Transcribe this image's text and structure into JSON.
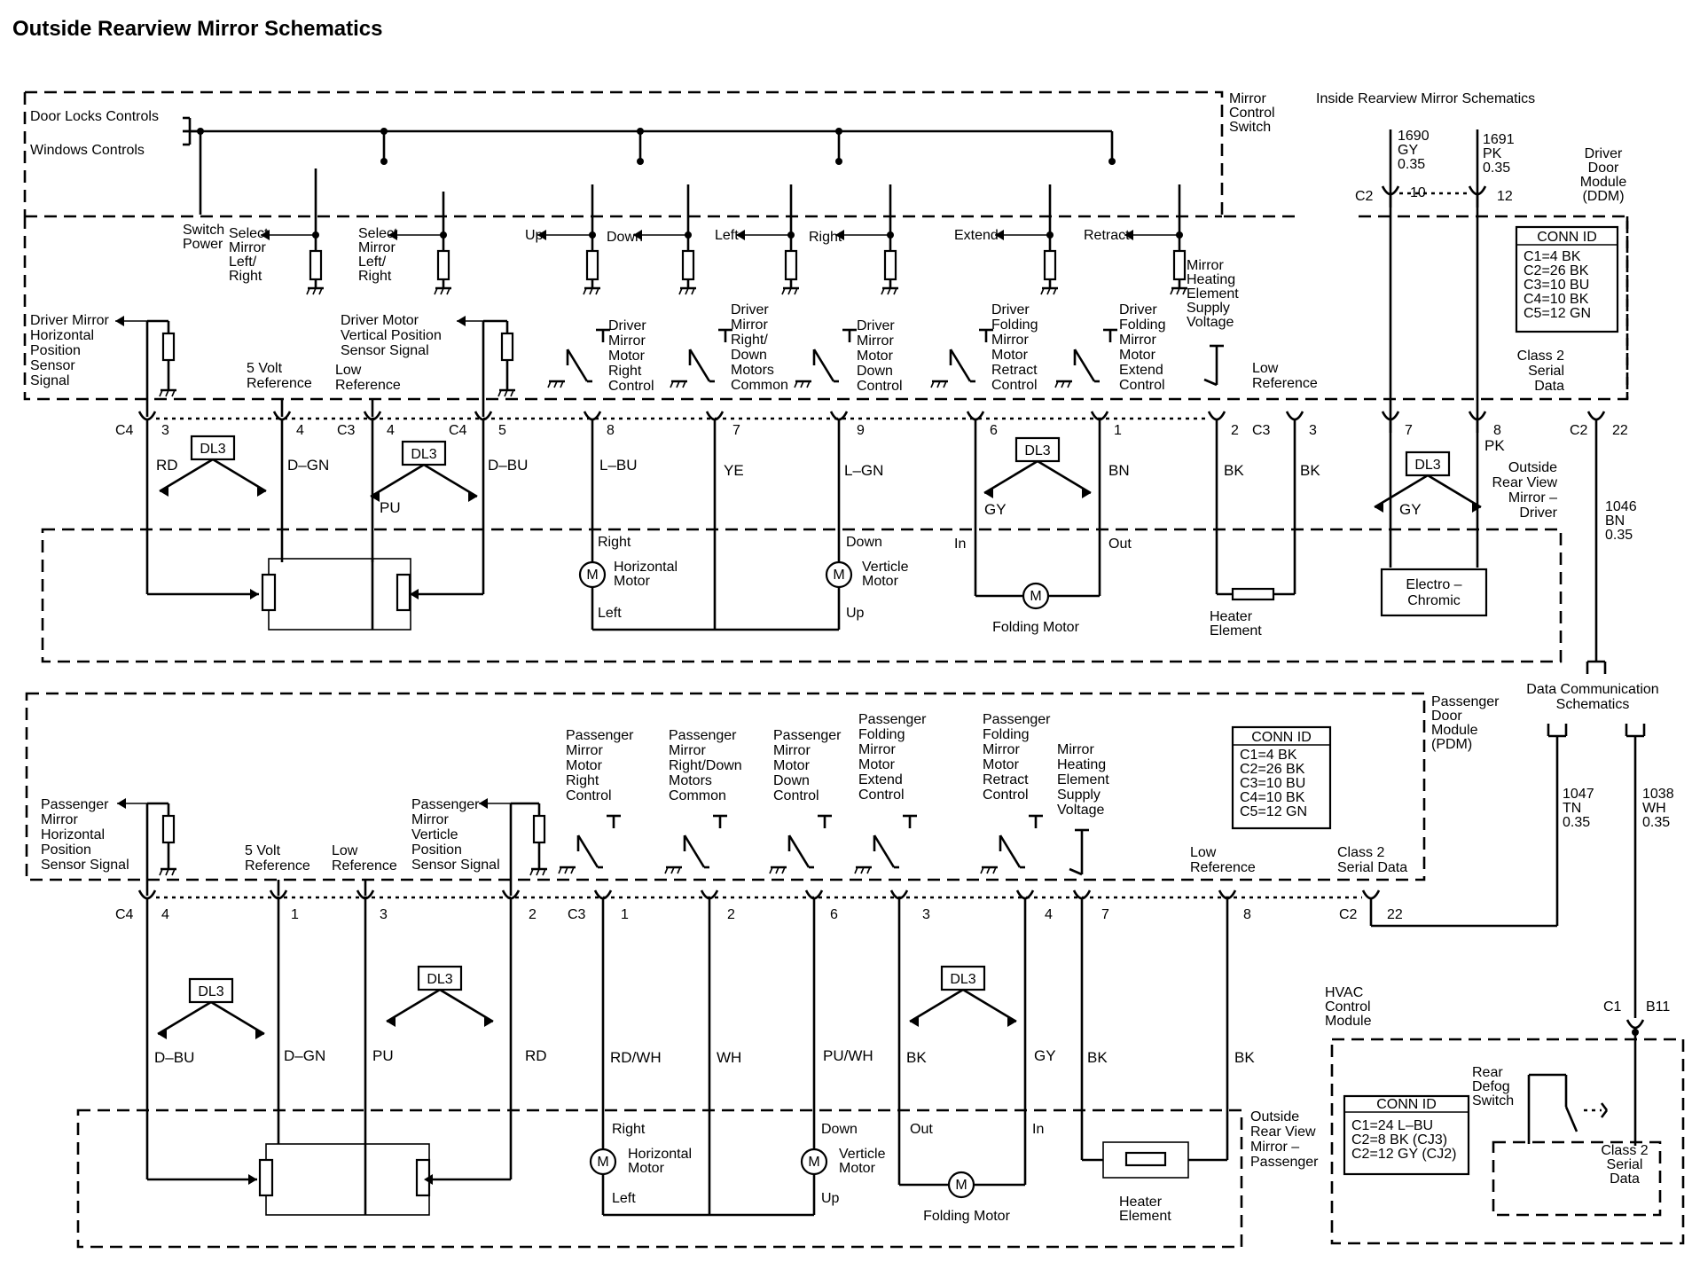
{
  "title": "Outside Rearview Mirror Schematics",
  "driver": {
    "left_inputs": [
      "Door Locks Controls",
      "Windows Controls"
    ],
    "mirror_control_switch": [
      "Mirror",
      "Control",
      "Switch"
    ],
    "inside_mirror_ref": "Inside Rearview Mirror Schematics",
    "module": [
      "Driver",
      "Door",
      "Module",
      "(DDM)"
    ],
    "switch_power": [
      "Switch",
      "Power"
    ],
    "switch_labels": [
      [
        "Select",
        "Mirror",
        "Left/",
        "Right"
      ],
      [
        "Select",
        "Mirror",
        "Left/",
        "Right"
      ],
      [
        "Up"
      ],
      [
        "Down"
      ],
      [
        "Left"
      ],
      [
        "Right"
      ],
      [
        "Extend"
      ],
      [
        "Retract"
      ]
    ],
    "heating_supply_top": [
      "Mirror",
      "Heating",
      "Element",
      "Supply",
      "Voltage"
    ],
    "signal_labels": [
      [
        "Driver Mirror",
        "Horizontal",
        "Position",
        "Sensor",
        "Signal"
      ],
      [
        "5 Volt",
        "Reference"
      ],
      [
        "Low",
        "Reference"
      ],
      [
        "Driver Motor",
        "Vertical Position",
        "Sensor Signal"
      ]
    ],
    "control_labels": [
      [
        "Driver",
        "Mirror",
        "Motor",
        "Right",
        "Control"
      ],
      [
        "Driver",
        "Mirror",
        "Right/",
        "Down",
        "Motors",
        "Common"
      ],
      [
        "Driver",
        "Mirror",
        "Motor",
        "Down",
        "Control"
      ],
      [
        "Driver",
        "Folding",
        "Mirror",
        "Motor",
        "Retract",
        "Control"
      ],
      [
        "Driver",
        "Folding",
        "Mirror",
        "Motor",
        "Extend",
        "Control"
      ]
    ],
    "low_reference": [
      "Low",
      "Reference"
    ],
    "class2": [
      "Class 2",
      "Serial",
      "Data"
    ],
    "connector_names": [
      "C4",
      "C3",
      "C4",
      "C3",
      "C2",
      "C2"
    ],
    "pins": [
      "3",
      "4",
      "4",
      "5",
      "8",
      "7",
      "9",
      "6",
      "1",
      "2",
      "3",
      "7",
      "8",
      "22",
      "10",
      "12"
    ],
    "wire_colors": [
      "RD",
      "D–GN",
      "PU",
      "D–BU",
      "L–BU",
      "YE",
      "L–GN",
      "GY",
      "BN",
      "BK",
      "BK",
      "GY",
      "PK"
    ],
    "circuit_1690": [
      "1690",
      "GY",
      "0.35"
    ],
    "circuit_1691": [
      "1691",
      "PK",
      "0.35"
    ],
    "circuit_1046": [
      "1046",
      "BN",
      "0.35"
    ],
    "conn_id": {
      "title": "CONN ID",
      "rows": [
        "C1=4 BK",
        "C2=26 BK",
        "C3=10 BU",
        "C4=10 BK",
        "C5=12 GN"
      ]
    },
    "dl3": "DL3",
    "motor_symbol": "M",
    "motor_ends": [
      "Right",
      "Left",
      "Down",
      "Up",
      "In",
      "Out"
    ],
    "motors": [
      [
        "Horizontal",
        "Motor"
      ],
      [
        "Verticle",
        "Motor"
      ],
      [
        "Folding Motor"
      ]
    ],
    "heater": [
      "Heater",
      "Element"
    ],
    "electrochromic": [
      "Electro –",
      "Chromic"
    ],
    "outside_mirror": [
      "Outside",
      "Rear View",
      "Mirror –",
      "Driver"
    ]
  },
  "passenger": {
    "module": [
      "Passenger",
      "Door",
      "Module",
      "(PDM)"
    ],
    "signal_labels": [
      [
        "Passenger",
        "Mirror",
        "Horizontal",
        "Position",
        "Sensor Signal"
      ],
      [
        "5 Volt",
        "Reference"
      ],
      [
        "Low",
        "Reference"
      ],
      [
        "Passenger",
        "Mirror",
        "Verticle",
        "Position",
        "Sensor Signal"
      ]
    ],
    "control_labels": [
      [
        "Passenger",
        "Mirror",
        "Motor",
        "Right",
        "Control"
      ],
      [
        "Passenger",
        "Mirror",
        "Right/Down",
        "Motors",
        "Common"
      ],
      [
        "Passenger",
        "Mirror",
        "Motor",
        "Down",
        "Control"
      ],
      [
        "Passenger",
        "Folding",
        "Mirror",
        "Motor",
        "Extend",
        "Control"
      ],
      [
        "Passenger",
        "Folding",
        "Mirror",
        "Motor",
        "Retract",
        "Control"
      ],
      [
        "Mirror",
        "Heating",
        "Element",
        "Supply",
        "Voltage"
      ]
    ],
    "low_reference": [
      "Low",
      "Reference"
    ],
    "class2": [
      "Class 2",
      "Serial Data"
    ],
    "connector_names": [
      "C4",
      "C3",
      "C2"
    ],
    "pins": [
      "4",
      "1",
      "3",
      "2",
      "1",
      "2",
      "6",
      "3",
      "4",
      "7",
      "8",
      "22"
    ],
    "wire_colors": [
      "D–BU",
      "D–GN",
      "PU",
      "RD",
      "RD/WH",
      "WH",
      "PU/WH",
      "BK",
      "GY",
      "BK",
      "BK"
    ],
    "conn_id": {
      "title": "CONN ID",
      "rows": [
        "C1=4 BK",
        "C2=26 BK",
        "C3=10 BU",
        "C4=10 BK",
        "C5=12 GN"
      ]
    },
    "motor_ends": [
      "Right",
      "Left",
      "Down",
      "Up",
      "Out",
      "In"
    ],
    "motors": [
      [
        "Horizontal",
        "Motor"
      ],
      [
        "Verticle",
        "Motor"
      ],
      [
        "Folding Motor"
      ]
    ],
    "heater": [
      "Heater",
      "Element"
    ],
    "outside_mirror": [
      "Outside",
      "Rear View",
      "Mirror –",
      "Passenger"
    ]
  },
  "data_comm": [
    "Data Communication",
    "Schematics"
  ],
  "circuit_1047": [
    "1047",
    "TN",
    "0.35"
  ],
  "circuit_1038": [
    "1038",
    "WH",
    "0.35"
  ],
  "hvac": {
    "module": [
      "HVAC",
      "Control",
      "Module"
    ],
    "connector": "C1",
    "pin": "B11",
    "switch": [
      "Rear",
      "Defog",
      "Switch"
    ],
    "class2": [
      "Class 2",
      "Serial",
      "Data"
    ],
    "conn_id": {
      "title": "CONN ID",
      "rows": [
        "C1=24 L–BU",
        "C2=8 BK (CJ3)",
        "C2=12 GY (CJ2)"
      ]
    }
  }
}
